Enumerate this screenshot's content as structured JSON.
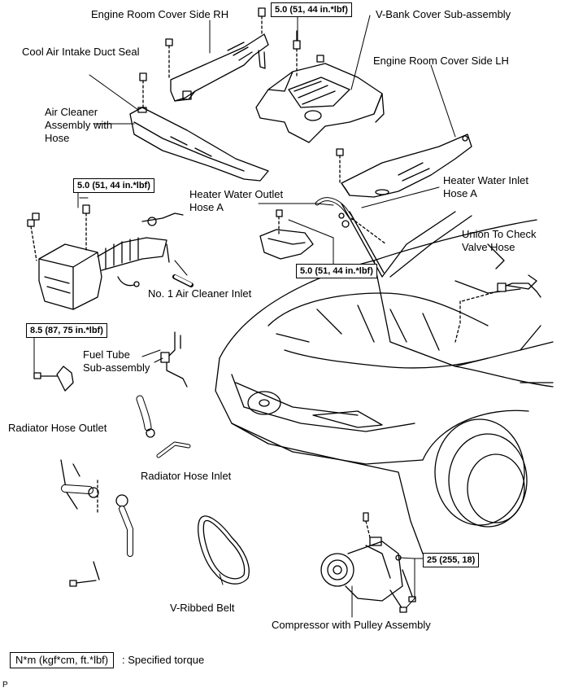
{
  "labels": {
    "engine_room_cover_side_rh": "Engine Room Cover Side RH",
    "v_bank_cover": "V-Bank Cover Sub-assembly",
    "engine_room_cover_side_lh": "Engine Room Cover Side LH",
    "cool_air_intake_duct_seal": "Cool Air Intake Duct Seal",
    "air_cleaner_line1": "Air Cleaner",
    "air_cleaner_line2": "Assembly with",
    "air_cleaner_line3": "Hose",
    "heater_water_inlet_line1": "Heater Water Inlet",
    "heater_water_inlet_line2": "Hose A",
    "heater_water_outlet_line1": "Heater Water Outlet",
    "heater_water_outlet_line2": "Hose A",
    "union_check_valve_line1": "Union To Check",
    "union_check_valve_line2": "Valve Hose",
    "no1_air_cleaner_inlet": "No. 1 Air Cleaner Inlet",
    "fuel_tube_line1": "Fuel Tube",
    "fuel_tube_line2": "Sub-assembly",
    "radiator_hose_outlet": "Radiator Hose Outlet",
    "radiator_hose_inlet": "Radiator Hose Inlet",
    "v_ribbed_belt": "V-Ribbed Belt",
    "compressor": "Compressor with Pulley Assembly"
  },
  "torques": {
    "v_bank_cover": "5.0 (51, 44 in.*lbf)",
    "air_cleaner": "5.0 (51, 44 in.*lbf)",
    "heater_outlet": "5.0 (51, 44 in.*lbf)",
    "fuel_tube": "8.5 (87, 75 in.*lbf)",
    "compressor": "25 (255, 18)"
  },
  "legend": {
    "unit": "N*m (kgf*cm, ft.*lbf)",
    "meaning": ": Specified torque"
  },
  "corner_mark": "P"
}
